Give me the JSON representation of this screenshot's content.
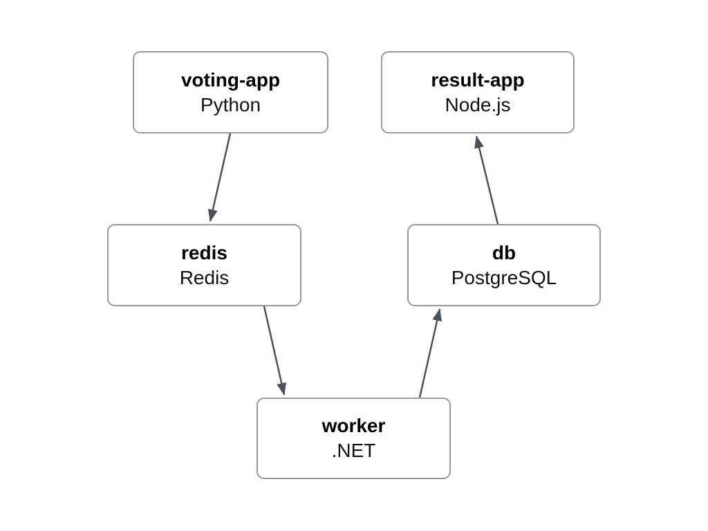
{
  "diagram": {
    "type": "architecture-flow",
    "background_color": "#ffffff",
    "node_border_color": "#95999e",
    "node_fill_color": "#ffffff",
    "arrow_color": "#4a5058",
    "text_color": "#000000",
    "nodes": [
      {
        "id": "voting-app",
        "title": "voting-app",
        "subtitle": "Python"
      },
      {
        "id": "result-app",
        "title": "result-app",
        "subtitle": "Node.js"
      },
      {
        "id": "redis",
        "title": "redis",
        "subtitle": "Redis"
      },
      {
        "id": "db",
        "title": "db",
        "subtitle": "PostgreSQL"
      },
      {
        "id": "worker",
        "title": "worker",
        "subtitle": ".NET"
      }
    ],
    "edges": [
      {
        "from": "voting-app",
        "to": "redis"
      },
      {
        "from": "redis",
        "to": "worker"
      },
      {
        "from": "worker",
        "to": "db"
      },
      {
        "from": "db",
        "to": "result-app"
      }
    ]
  }
}
